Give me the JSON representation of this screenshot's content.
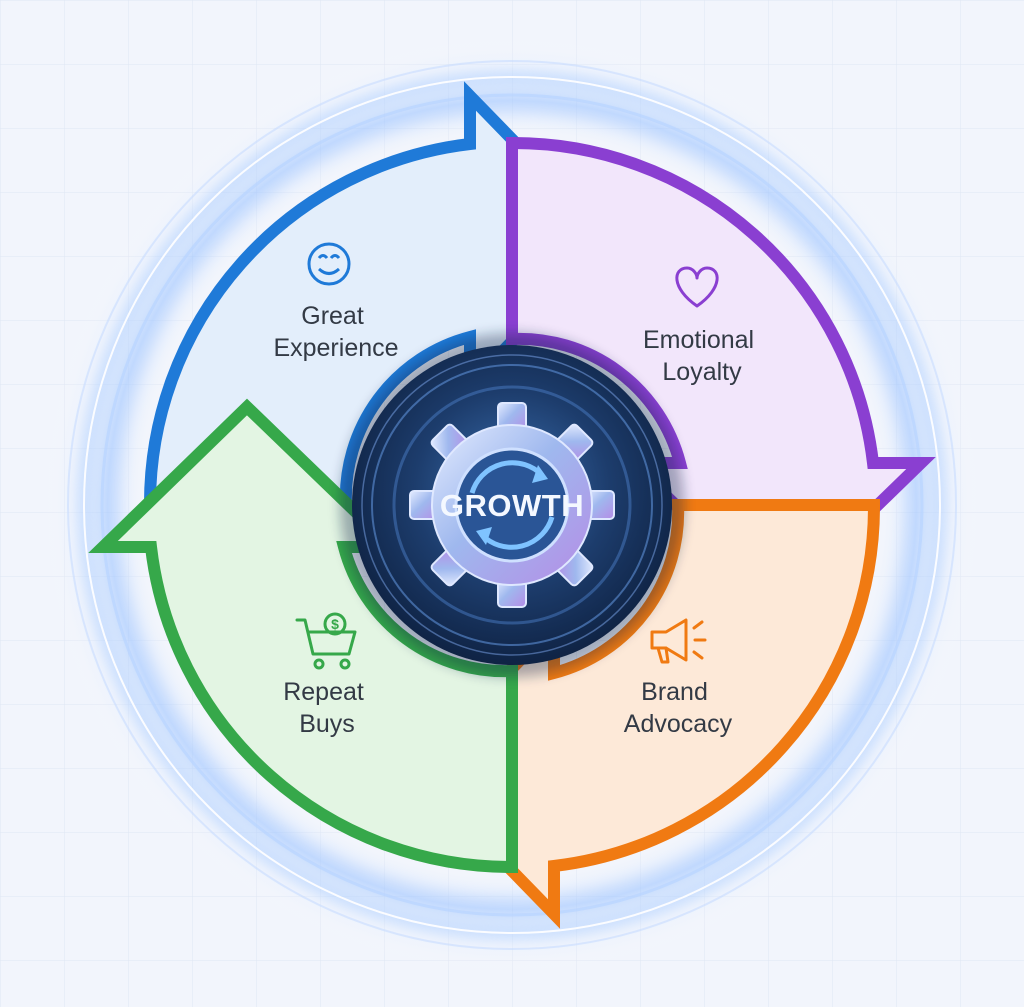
{
  "hub": {
    "label": "GROWTH",
    "icon": "gear-with-cycle-arrows-icon"
  },
  "stages": [
    {
      "id": "great-experience",
      "lines": [
        "Great",
        "Experience"
      ],
      "icon": "smiley-face-icon",
      "color": "#1f7ad8",
      "fill": "#e3eefb"
    },
    {
      "id": "emotional-loyalty",
      "lines": [
        "Emotional",
        "Loyalty"
      ],
      "icon": "heart-icon",
      "color": "#8a3fd1",
      "fill": "#f2e6fb"
    },
    {
      "id": "brand-advocacy",
      "lines": [
        "Brand",
        "Advocacy"
      ],
      "icon": "megaphone-icon",
      "color": "#f07a12",
      "fill": "#fde9d8"
    },
    {
      "id": "repeat-buys",
      "lines": [
        "Repeat",
        "Buys"
      ],
      "icon": "shopping-cart-dollar-icon",
      "color": "#36a84a",
      "fill": "#e3f5e3"
    }
  ],
  "colors": {
    "background": "#f2f5fc",
    "glow": "#7fb0ff",
    "hub_dark": "#13294d",
    "text": "#333a45"
  }
}
